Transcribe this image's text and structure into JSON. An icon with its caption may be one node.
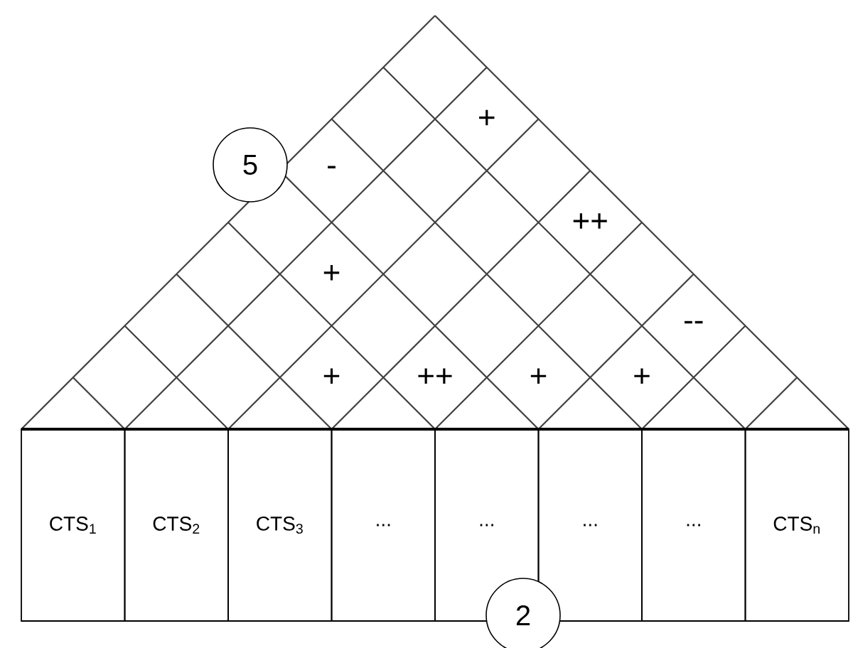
{
  "diagram": {
    "nodes": [
      {
        "text": [
          "CTS$_{1}$"
        ]
      },
      {
        "text": [
          "CTS$_{2}$"
        ]
      },
      {
        "text": [
          "CTS$_{3}$"
        ]
      },
      {
        "text": [
          "..."
        ]
      },
      {
        "text": [
          "..."
        ]
      },
      {
        "text": [
          "..."
        ]
      },
      {
        "text": [
          "..."
        ]
      },
      {
        "text": [
          "CTS$_{n}$"
        ]
      },
      {
        "text": [
          "5"
        ]
      },
      {
        "text": [
          "2"
        ]
      }
    ],
    "labels": [
      "+",
      "-",
      "++",
      "+",
      "--",
      "+",
      "++",
      "+",
      "+"
    ]
  }
}
